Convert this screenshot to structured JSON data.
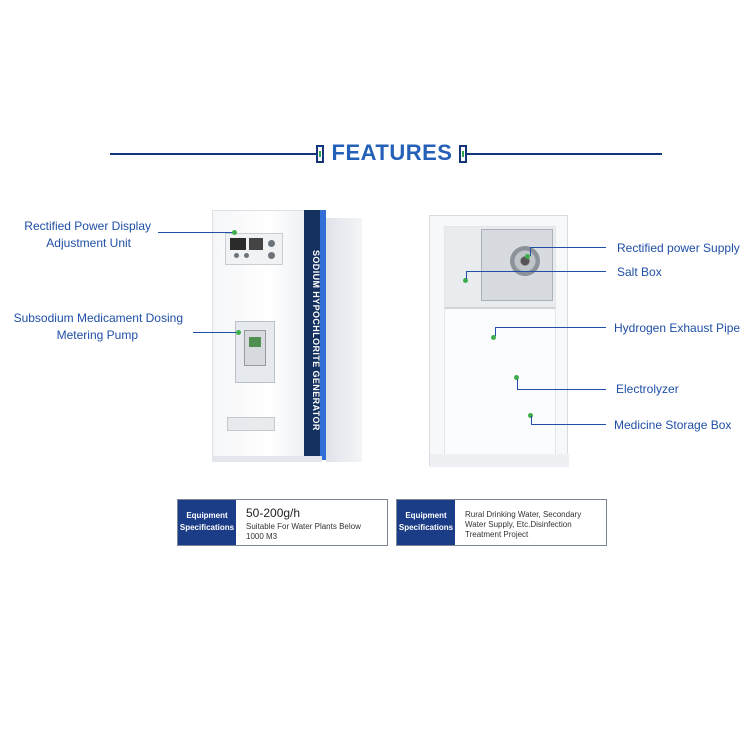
{
  "header": {
    "title": "FEATURES"
  },
  "left_labels": {
    "power_display": [
      "Rectified Power Display",
      "Adjustment Unit"
    ],
    "dosing_pump": [
      "Subsodium Medicament Dosing",
      "Metering Pump"
    ]
  },
  "machine": {
    "side_text": "SODIUM HYPOCHLORITE GENERATOR"
  },
  "right_labels": {
    "power_supply": "Rectified power Supply",
    "salt_box": "Salt Box",
    "hydrogen_pipe": "Hydrogen Exhaust Pipe",
    "electrolyzer": "Electrolyzer",
    "storage_box": "Medicine Storage Box"
  },
  "specs": [
    {
      "head": [
        "Equipment",
        "Specifications"
      ],
      "main": "50-200g/h",
      "detail": [
        "Suitable For Water Plants Below",
        "1000 M3"
      ]
    },
    {
      "head": [
        "Equipment",
        "Specifications"
      ],
      "detail": [
        "Rural Drinking Water, Secondary",
        "Water Supply, Etc.Disinfection",
        "Treatment Project"
      ]
    }
  ],
  "colors": {
    "accent": "#1f4fa6",
    "title": "#2560b8",
    "stripe": "#14305f",
    "dot": "#3fae4a",
    "spec_head": "#1b3c86"
  }
}
